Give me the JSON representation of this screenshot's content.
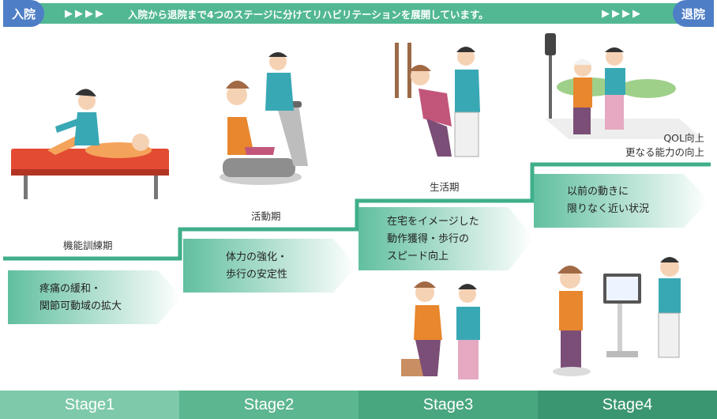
{
  "header": {
    "left_badge": "入院",
    "right_badge": "退院",
    "arrows_left": "▶▶▶▶",
    "arrows_right": "▶▶▶▶",
    "text": "入院から退院まで4つのステージに分けてリハビリテーションを展開しています。"
  },
  "phases": [
    {
      "label": "機能訓練期",
      "description": [
        "疼痛の緩和・",
        "関節可動域の拡大"
      ]
    },
    {
      "label": "活動期",
      "description": [
        "体力の強化・",
        "歩行の安定性"
      ]
    },
    {
      "label": "生活期",
      "description": [
        "在宅をイメージした",
        "動作獲得・歩行の",
        "スピード向上"
      ]
    },
    {
      "label_lines": [
        "QOL向上",
        "更なる能力の向上"
      ],
      "description": [
        "以前の動きに",
        "限りなく近い状況"
      ]
    }
  ],
  "stages": [
    "Stage1",
    "Stage2",
    "Stage3",
    "Stage4"
  ],
  "colors": {
    "header_band": "#52b894",
    "badge": "#4e7ec6",
    "step_line": "#3fae8b",
    "arrow_start": "#5fc19f",
    "arrow_end": "#ffffff",
    "stage1": "#7dc9a9",
    "stage2": "#5cb68f",
    "stage3": "#49a77f",
    "stage4": "#3a9670"
  }
}
